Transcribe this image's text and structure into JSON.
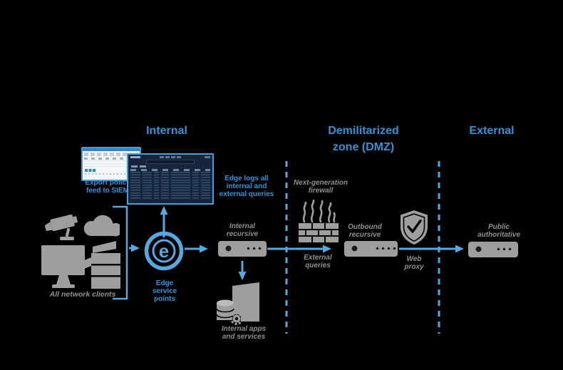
{
  "colors": {
    "background": "#000000",
    "accent_blue_lines": "#55a9df",
    "text_blue": "#2f93d6",
    "icon_gray": "#9c9ea0",
    "label_gray": "#8e9093",
    "window_border_blue": "#3f9fd8",
    "dark_window_bg": "#16253c",
    "light_window_bg": "#f4f7fa"
  },
  "zones": {
    "internal": {
      "label": "Internal"
    },
    "dmz": {
      "label": "Demilitarized\nzone (DMZ)"
    },
    "external": {
      "label": "External"
    }
  },
  "labels": {
    "export_policy": "Export policy\nfeed to SIEM",
    "edge_logs": "Edge logs all\ninternal and\nexternal queries",
    "all_network_clients": "All network clients",
    "edge_service_points": "Edge\nservice\npoints",
    "internal_recursive": "Internal\nrecursive",
    "internal_apps": "Internal apps\nand services",
    "next_gen_firewall": "Next-generation\nfirewall",
    "external_queries": "External\nqueries",
    "outbound_recursive": "Outbound\nrecursive",
    "web_proxy": "Web\nproxy",
    "public_authoritative": "Public\nauthoritative",
    "edge_glyph": "e"
  },
  "icons": {
    "clients": [
      "security-camera-icon",
      "cloud-icon",
      "desktop-monitor-icon",
      "printer-icon"
    ],
    "edge": "edge-service-points-bullseye-icon",
    "internal_recursive": "server-appliance-icon",
    "outbound_recursive": "server-appliance-icon",
    "public_authoritative": "server-appliance-icon",
    "firewall": "brick-wall-flames-icon",
    "web_proxy": "shield-check-icon",
    "internal_apps": "server-tower-database-gear-icon"
  }
}
